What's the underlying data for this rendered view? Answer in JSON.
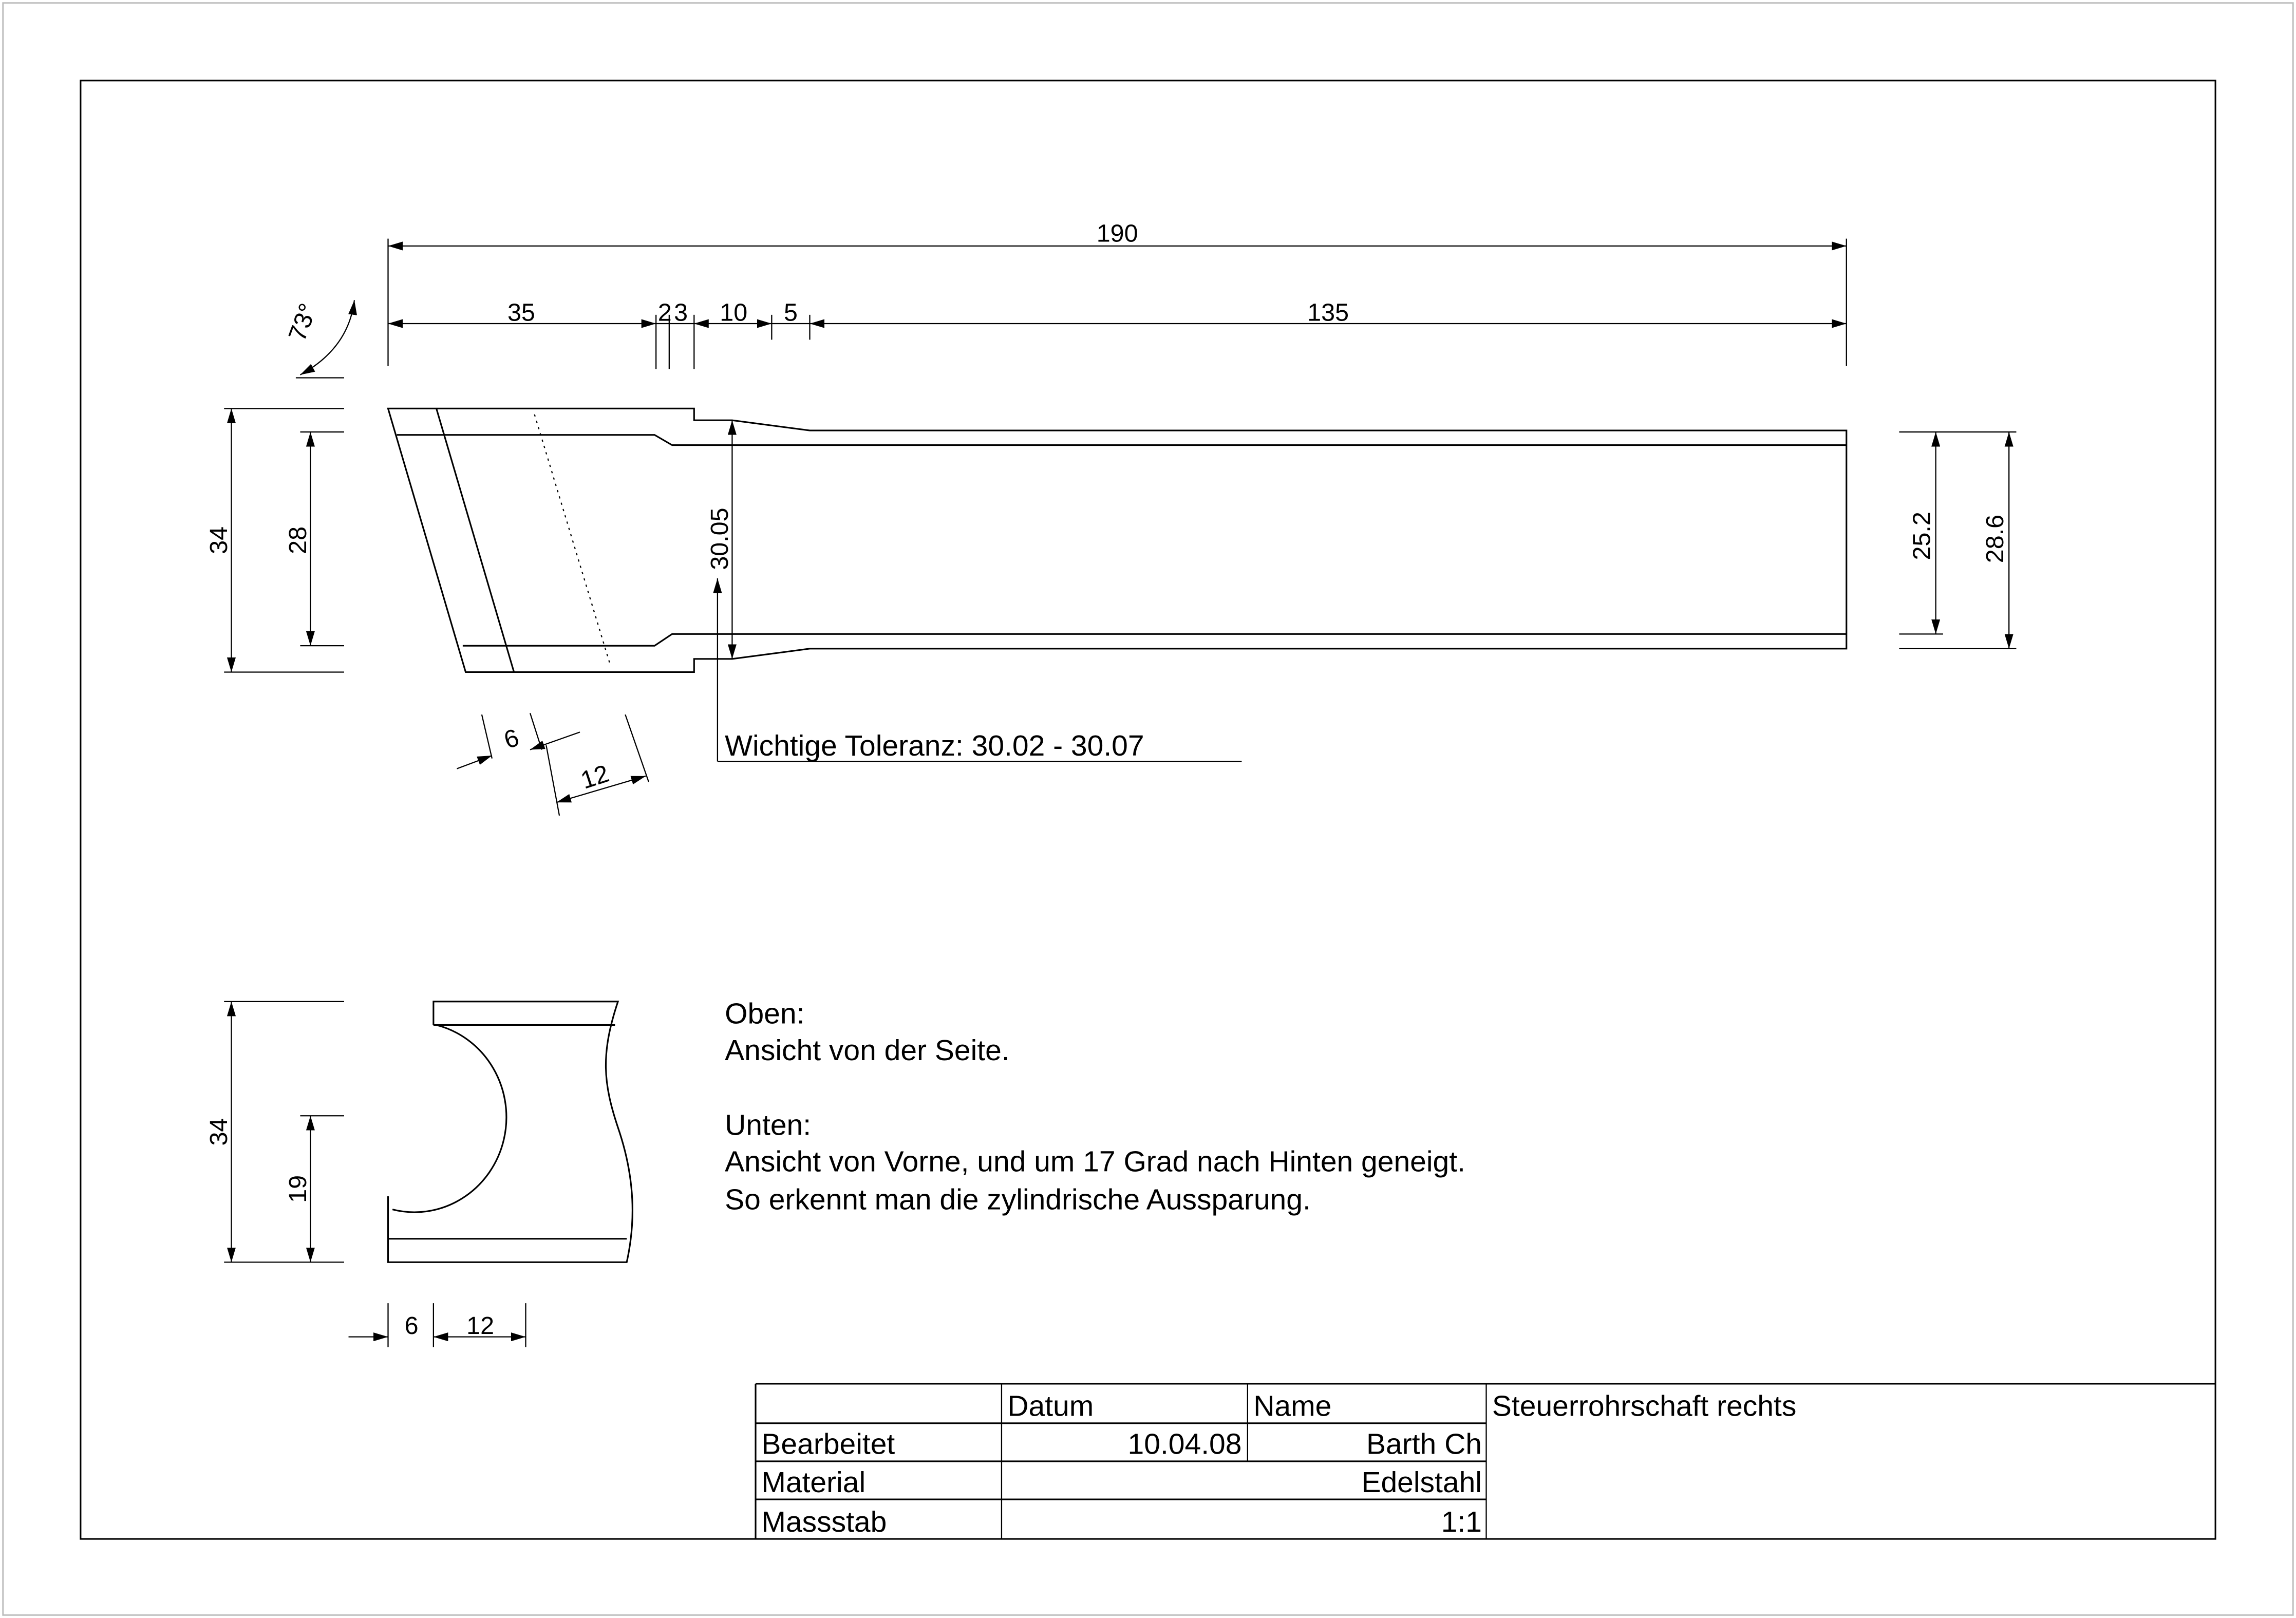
{
  "dimensions": {
    "overall_length": "190",
    "seg_35": "35",
    "seg_2": "2",
    "seg_3": "3",
    "seg_10": "10",
    "seg_5": "5",
    "seg_135": "135",
    "angle": "73°",
    "side_height_34": "34",
    "side_height_28": "28",
    "bore_30_05": "30.05",
    "right_25_2": "25.2",
    "right_28_6": "28.6",
    "slant_6": "6",
    "slant_12": "12",
    "front_height_34": "34",
    "front_height_19": "19",
    "front_width_6": "6",
    "front_width_12": "12"
  },
  "tolerance_note": "Wichtige Toleranz: 30.02 - 30.07",
  "notes": [
    "Oben:",
    "Ansicht von der Seite.",
    "",
    "Unten:",
    "Ansicht von Vorne, und um 17 Grad nach Hinten geneigt.",
    "So erkennt man die zylindrische Aussparung."
  ],
  "title_block": {
    "header_date": "Datum",
    "header_name": "Name",
    "row_edited_label": "Bearbeitet",
    "row_edited_date": "10.04.08",
    "row_edited_name": "Barth Ch",
    "row_material_label": "Material",
    "row_material_value": "Edelstahl",
    "row_scale_label": "Massstab",
    "row_scale_value": "1:1",
    "drawing_title": "Steuerrohrschaft rechts"
  }
}
